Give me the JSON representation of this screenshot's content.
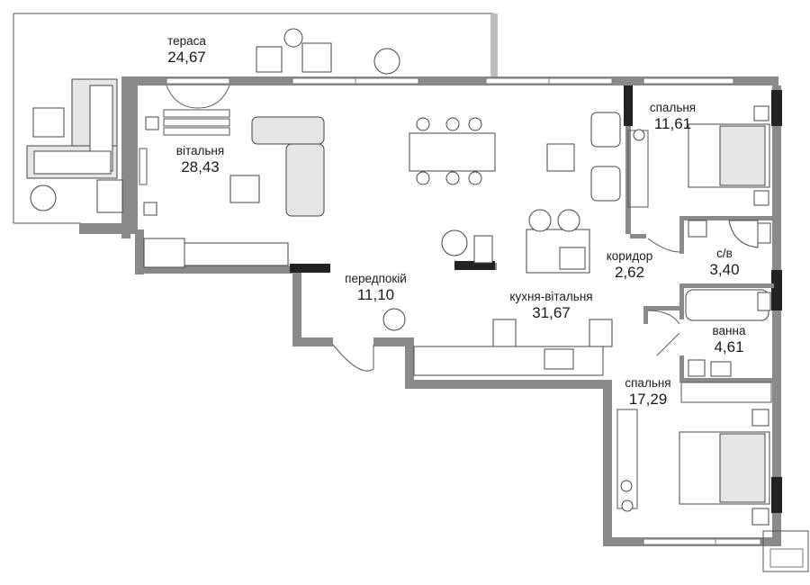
{
  "rooms": [
    {
      "id": "terrace",
      "name": "тераса",
      "area": "24,67"
    },
    {
      "id": "living",
      "name": "вітальня",
      "area": "28,43"
    },
    {
      "id": "bedroom1",
      "name": "спальня",
      "area": "11,61"
    },
    {
      "id": "hall",
      "name": "передпокій",
      "area": "11,10"
    },
    {
      "id": "corridor",
      "name": "коридор",
      "area": "2,62"
    },
    {
      "id": "wc",
      "name": "с/в",
      "area": "3,40"
    },
    {
      "id": "kitchen",
      "name": "кухня-вітальня",
      "area": "31,67"
    },
    {
      "id": "bath",
      "name": "ванна",
      "area": "4,61"
    },
    {
      "id": "bedroom2",
      "name": "спальня",
      "area": "17,29"
    }
  ]
}
